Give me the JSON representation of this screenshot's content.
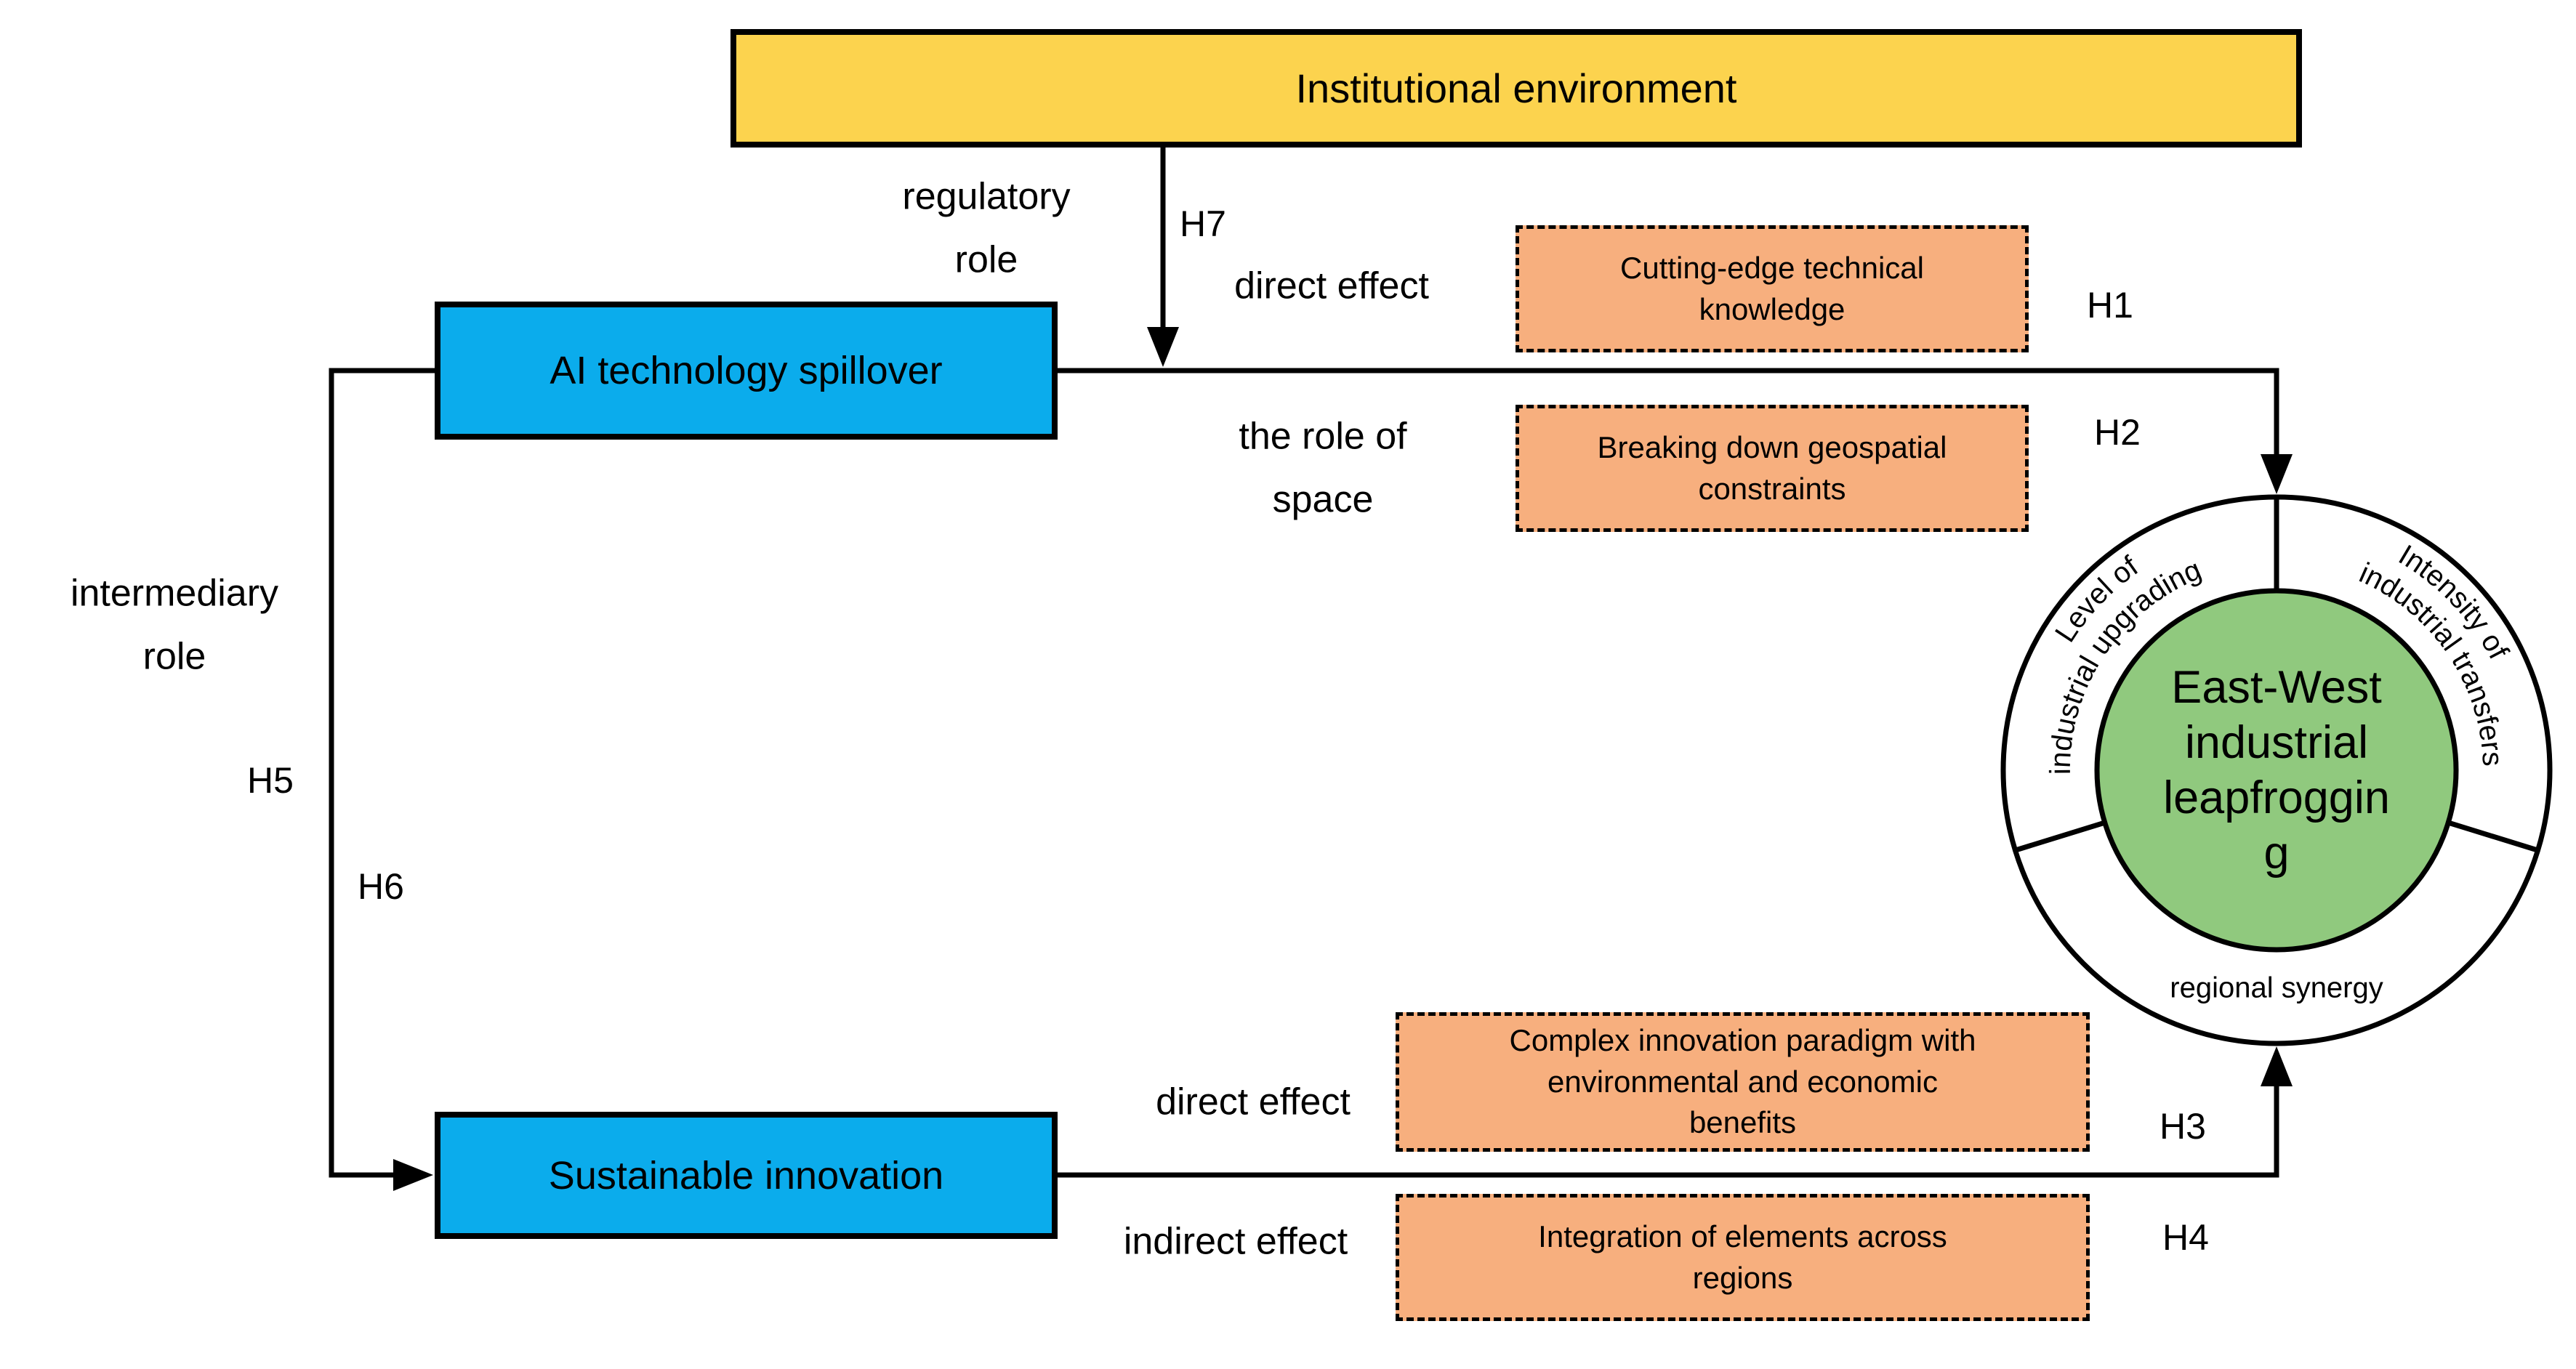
{
  "colors": {
    "yellow": "#FCD34E",
    "blue": "#0BACEC",
    "orange": "#F7AF7E",
    "green": "#90C97E",
    "line": "#000000"
  },
  "boxes": {
    "institutional": {
      "label": "Institutional environment"
    },
    "ai": {
      "label": "AI technology spillover"
    },
    "sustainable": {
      "label": "Sustainable innovation"
    }
  },
  "mediator_boxes": [
    {
      "lines": [
        "Cutting-edge technical",
        "knowledge"
      ]
    },
    {
      "lines": [
        "Breaking down geospatial",
        "constraints"
      ]
    },
    {
      "lines": [
        "Complex innovation paradigm with",
        "environmental and economic",
        "benefits"
      ]
    },
    {
      "lines": [
        "Integration of elements across",
        "regions"
      ]
    }
  ],
  "hypotheses": {
    "h1": "H1",
    "h2": "H2",
    "h3": "H3",
    "h4": "H4",
    "h5": "H5",
    "h6": "H6",
    "h7": "H7"
  },
  "edge_labels": {
    "regulatory": [
      "regulatory",
      "role"
    ],
    "direct_effect_top": "direct effect",
    "role_of_space": [
      "the role of",
      "space"
    ],
    "intermediary": [
      "intermediary",
      "role"
    ],
    "direct_effect_bottom": "direct effect",
    "indirect_effect": "indirect effect"
  },
  "circle": {
    "center_lines": [
      "East-West",
      "industrial",
      "leapfroggin",
      "g"
    ],
    "arc_left_outer": "Level of",
    "arc_left_inner": "industrial upgrading",
    "arc_right_outer": "Intensity of",
    "arc_right_inner": "industrial transfers",
    "bottom_label": "regional synergy"
  }
}
